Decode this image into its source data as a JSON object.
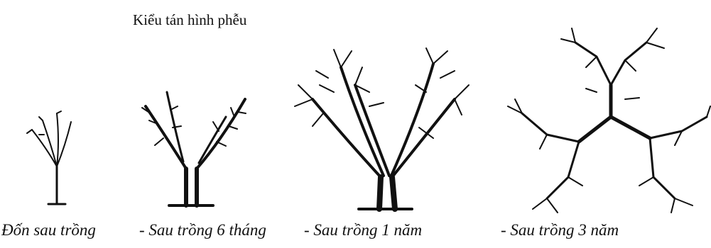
{
  "figure": {
    "title": "Kiểu tán hình phễu",
    "stages": [
      {
        "caption": "Đốn sau trồng"
      },
      {
        "caption": "- Sau trồng 6 tháng"
      },
      {
        "caption": "-  Sau trồng 1 năm"
      },
      {
        "caption": "-  Sau trồng 3 năm"
      }
    ]
  }
}
